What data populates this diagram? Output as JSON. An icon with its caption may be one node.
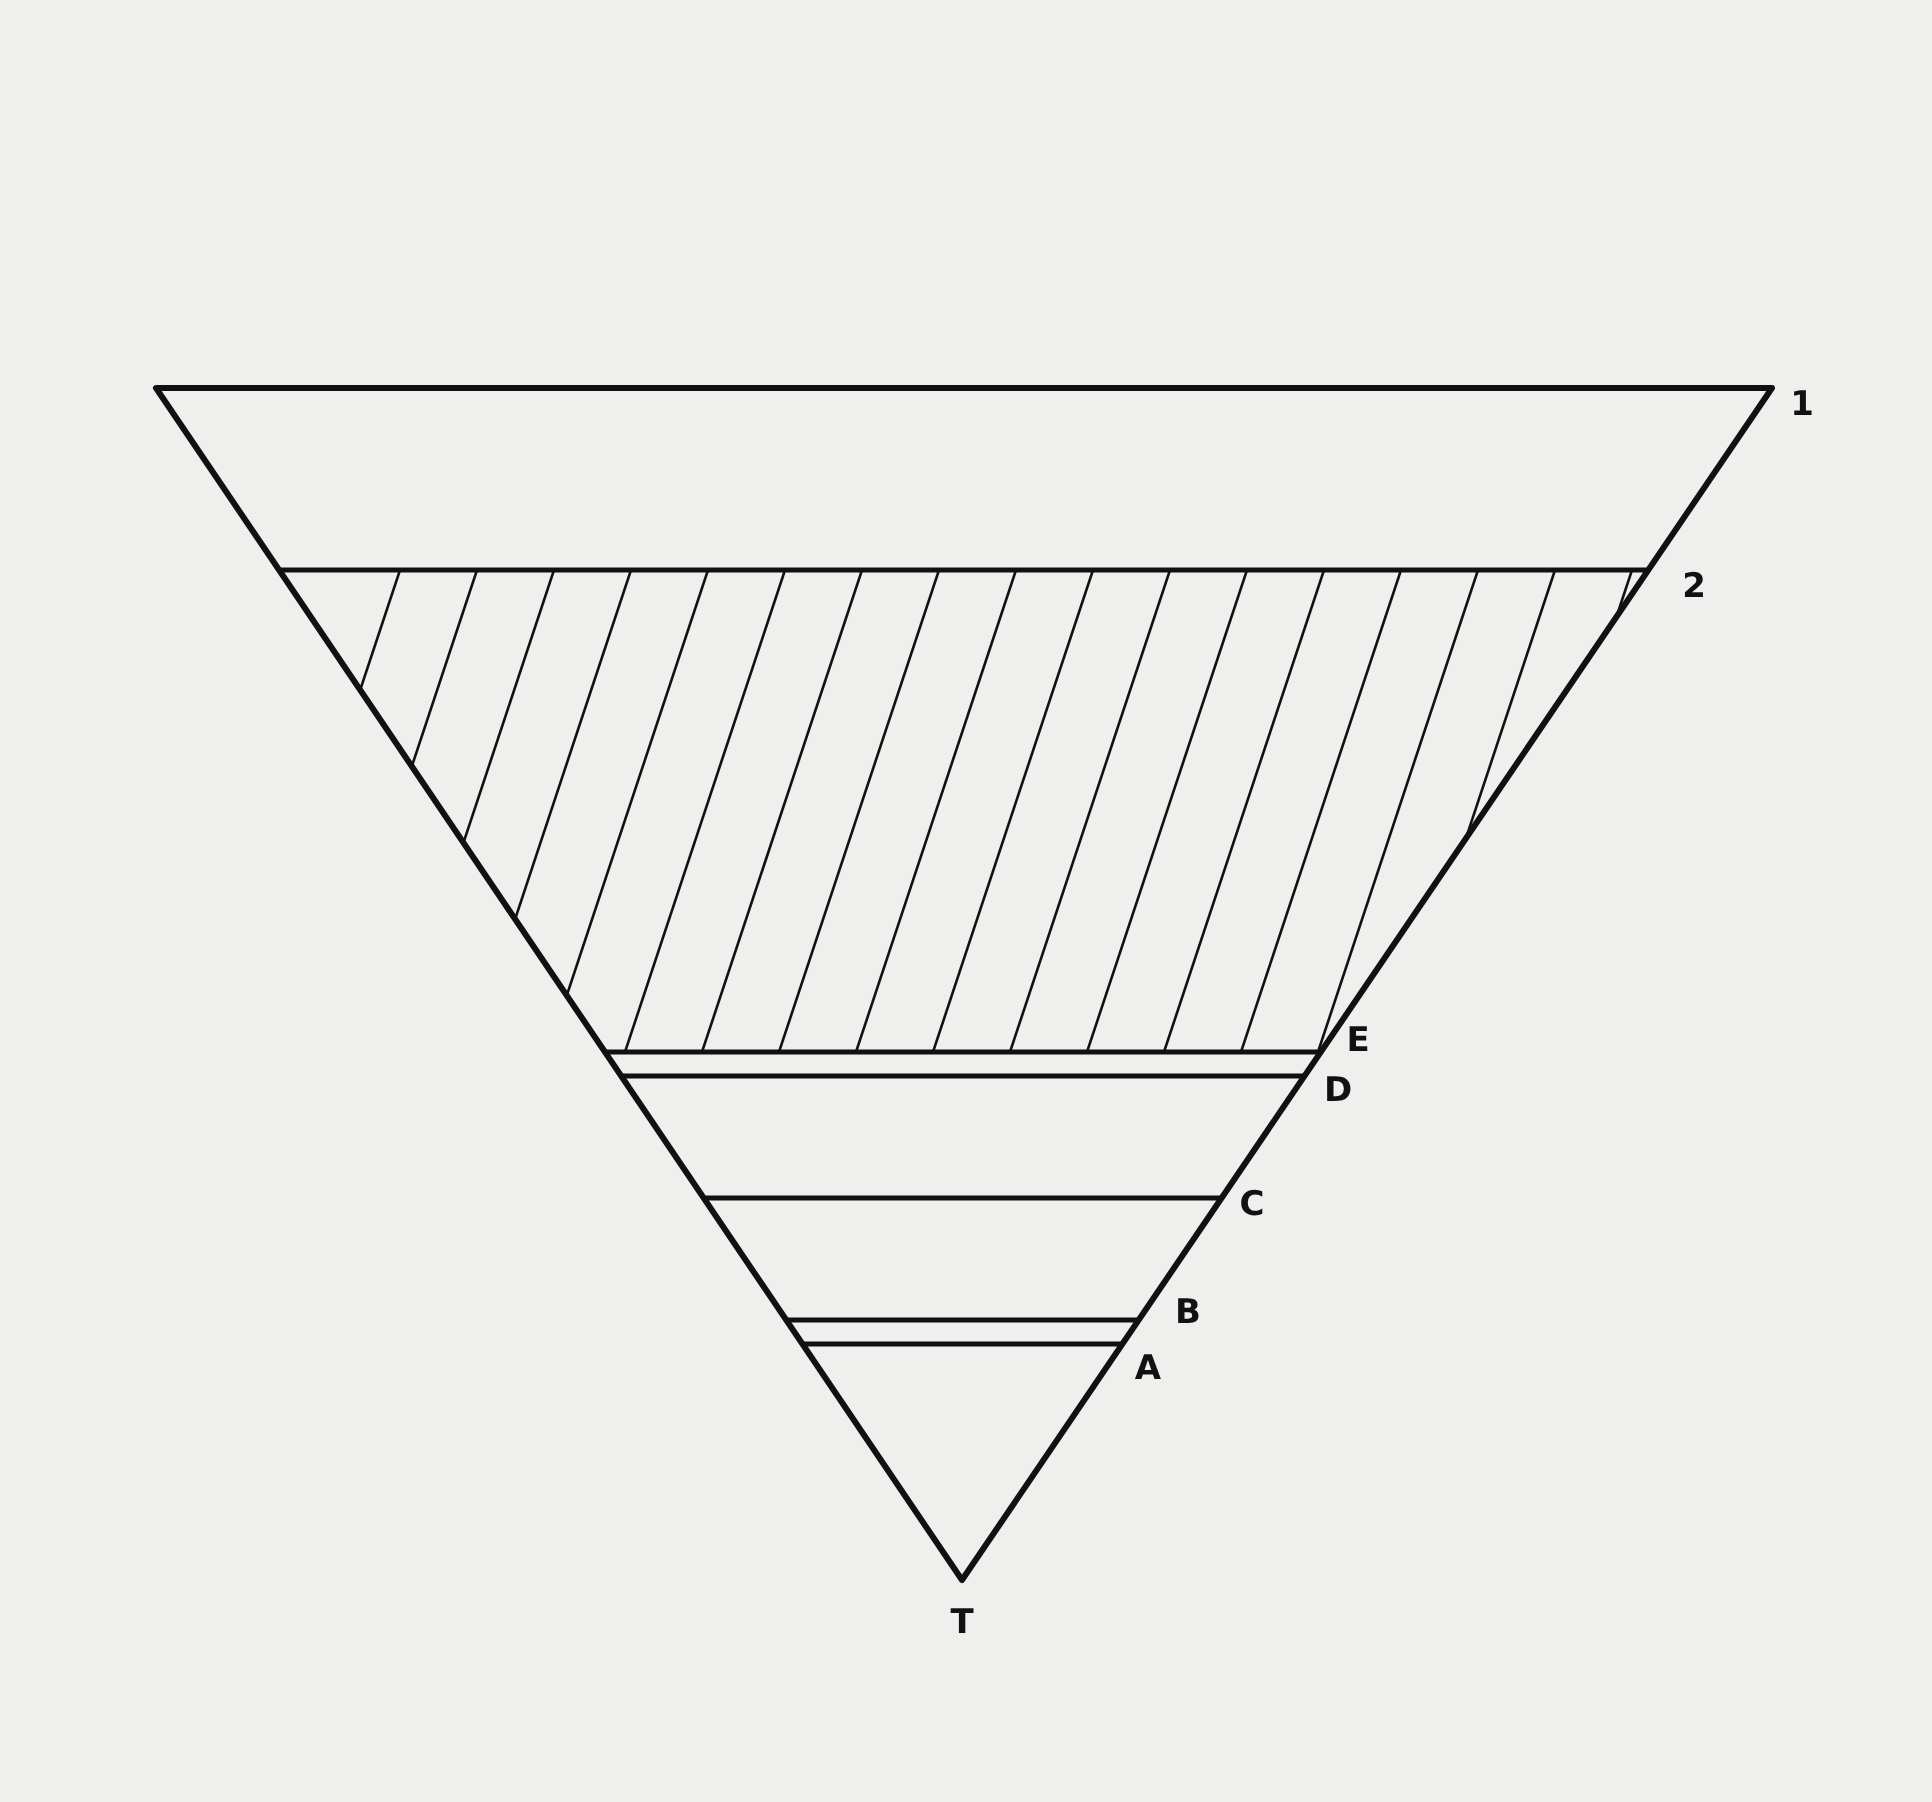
{
  "diagram": {
    "labels": [
      "1",
      "2",
      "E",
      "D",
      "C",
      "B",
      "A",
      "T"
    ]
  }
}
